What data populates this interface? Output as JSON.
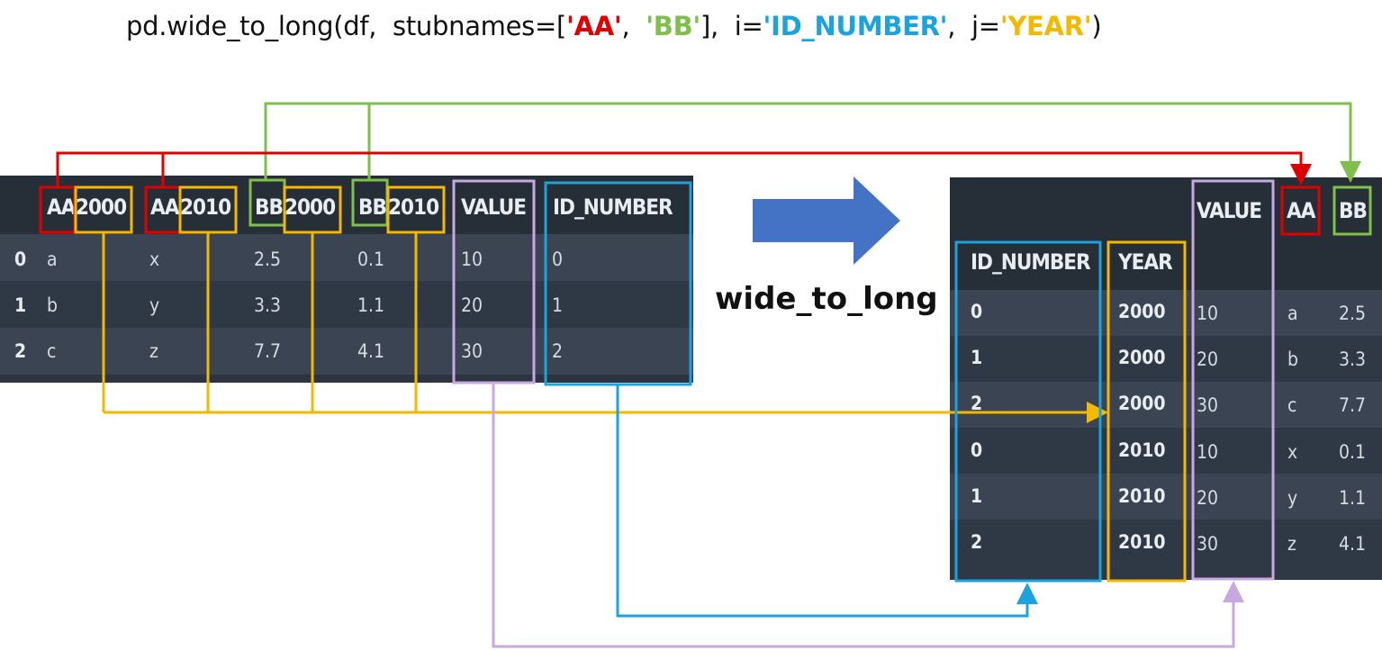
{
  "code": {
    "prefix": "pd.wide_to_long(df,  stubnames=[",
    "aa": "'AA'",
    "sep1": ",  ",
    "bb": "'BB'",
    "mid1": "],  i=",
    "idn": "'ID_NUMBER'",
    "mid2": ",  j=",
    "yr": "'YEAR'",
    "suffix": ")"
  },
  "arrow_label": "wide_to_long",
  "left_table": {
    "headers": [
      "AA2000",
      "AA2010",
      "BB2000",
      "BB2010",
      "VALUE",
      "ID_NUMBER"
    ],
    "header_parts": [
      [
        "AA",
        "2000"
      ],
      [
        "AA",
        "2010"
      ],
      [
        "BB",
        "2000"
      ],
      [
        "BB",
        "2010"
      ]
    ],
    "rows": [
      {
        "index": "0",
        "cells": [
          "a",
          "x",
          "2.5",
          "0.1",
          "10",
          "0"
        ]
      },
      {
        "index": "1",
        "cells": [
          "b",
          "y",
          "3.3",
          "1.1",
          "20",
          "1"
        ]
      },
      {
        "index": "2",
        "cells": [
          "c",
          "z",
          "7.7",
          "4.1",
          "30",
          "2"
        ]
      }
    ]
  },
  "right_table": {
    "column_headers": [
      "VALUE",
      "AA",
      "BB"
    ],
    "index_headers": [
      "ID_NUMBER",
      "YEAR"
    ],
    "rows": [
      {
        "id": "0",
        "year": "2000",
        "value": "10",
        "aa": "a",
        "bb": "2.5"
      },
      {
        "id": "1",
        "year": "2000",
        "value": "20",
        "aa": "b",
        "bb": "3.3"
      },
      {
        "id": "2",
        "year": "2000",
        "value": "30",
        "aa": "c",
        "bb": "7.7"
      },
      {
        "id": "0",
        "year": "2010",
        "value": "10",
        "aa": "x",
        "bb": "0.1"
      },
      {
        "id": "1",
        "year": "2010",
        "value": "20",
        "aa": "y",
        "bb": "1.1"
      },
      {
        "id": "2",
        "year": "2010",
        "value": "30",
        "aa": "z",
        "bb": "4.1"
      }
    ]
  },
  "colors": {
    "aa": "#e00000",
    "bb": "#7ec04a",
    "year": "#f5b800",
    "id_number": "#1aa3dd",
    "value": "#c8a8e0",
    "arrow": "#4472c4"
  }
}
